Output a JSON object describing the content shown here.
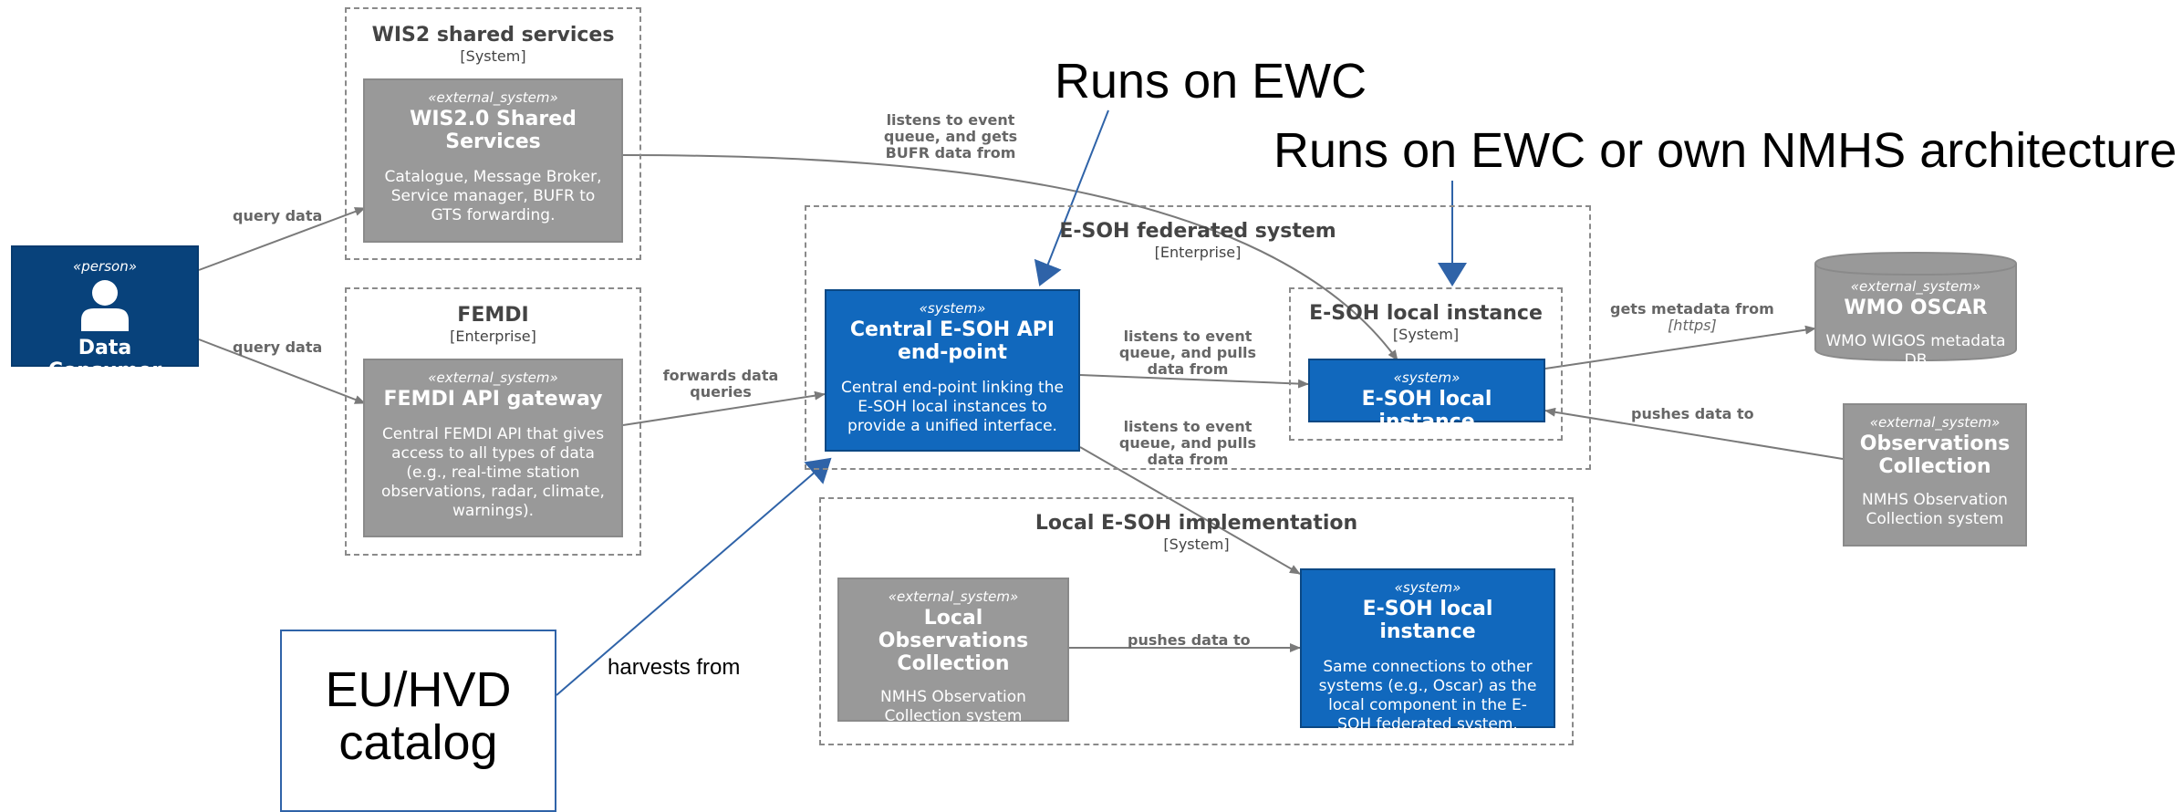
{
  "boundaries": {
    "wis2": {
      "title": "WIS2 shared services",
      "type": "[System]"
    },
    "femdi": {
      "title": "FEMDI",
      "type": "[Enterprise]"
    },
    "federated": {
      "title": "E-SOH federated system",
      "type": "[Enterprise]"
    },
    "local_instance_b": {
      "title": "E-SOH local instance",
      "type": "[System]"
    },
    "local_impl": {
      "title": "Local E-SOH implementation",
      "type": "[System]"
    }
  },
  "nodes": {
    "data_consumer": {
      "stereotype": "«person»",
      "title": "Data Consumer",
      "icon": "person-icon"
    },
    "wis2_shared": {
      "stereotype": "«external_system»",
      "title": "WIS2.0 Shared Services",
      "desc": "Catalogue, Message Broker, Service manager, BUFR to GTS forwarding."
    },
    "femdi_api": {
      "stereotype": "«external_system»",
      "title": "FEMDI API gateway",
      "desc": "Central FEMDI API that gives access to all types of data (e.g., real-time station observations, radar, climate, warnings)."
    },
    "central_api": {
      "stereotype": "«system»",
      "title": "Central E-SOH API end-point",
      "desc": "Central end-point linking the E-SOH local instances to provide a unified interface."
    },
    "local_instance": {
      "stereotype": "«system»",
      "title": "E-SOH local instance"
    },
    "wmo_oscar": {
      "stereotype": "«external_system»",
      "title": "WMO OSCAR",
      "desc": "WMO WIGOS metadata DB"
    },
    "obs_collection": {
      "stereotype": "«external_system»",
      "title": "Observations Collection",
      "desc": "NMHS Observation Collection system"
    },
    "local_obs": {
      "stereotype": "«external_system»",
      "title": "Local Observations Collection",
      "desc": "NMHS Observation Collection system"
    },
    "local_instance_2": {
      "stereotype": "«system»",
      "title": "E-SOH local instance",
      "desc": "Same connections to other systems (e.g., Oscar) as the local component in the E-SOH federated system."
    }
  },
  "edges": {
    "query_data_1": "query data",
    "query_data_2": "query data",
    "listens_bufr": "listens to event queue, and gets BUFR data from",
    "forwards_queries": "forwards data queries",
    "listens_pulls_1": "listens to event queue, and pulls data from",
    "listens_pulls_2": "listens to event queue, and pulls data from",
    "gets_metadata": "gets metadata from",
    "gets_metadata_tech": "[https]",
    "pushes_data_1": "pushes data to",
    "pushes_data_2": "pushes data to",
    "harvests_from": "harvests from"
  },
  "annotations": {
    "runs_on_ewc": "Runs on EWC",
    "runs_on_ewc_or_nmhs": "Runs on EWC or own NMHS architecture",
    "eu_hvd_catalog": "EU/HVD catalog"
  },
  "colors": {
    "system_blue": "#1168bd",
    "person_navy": "#08427b",
    "external_grey": "#999999",
    "annotation_blue": "#2f63a8"
  }
}
